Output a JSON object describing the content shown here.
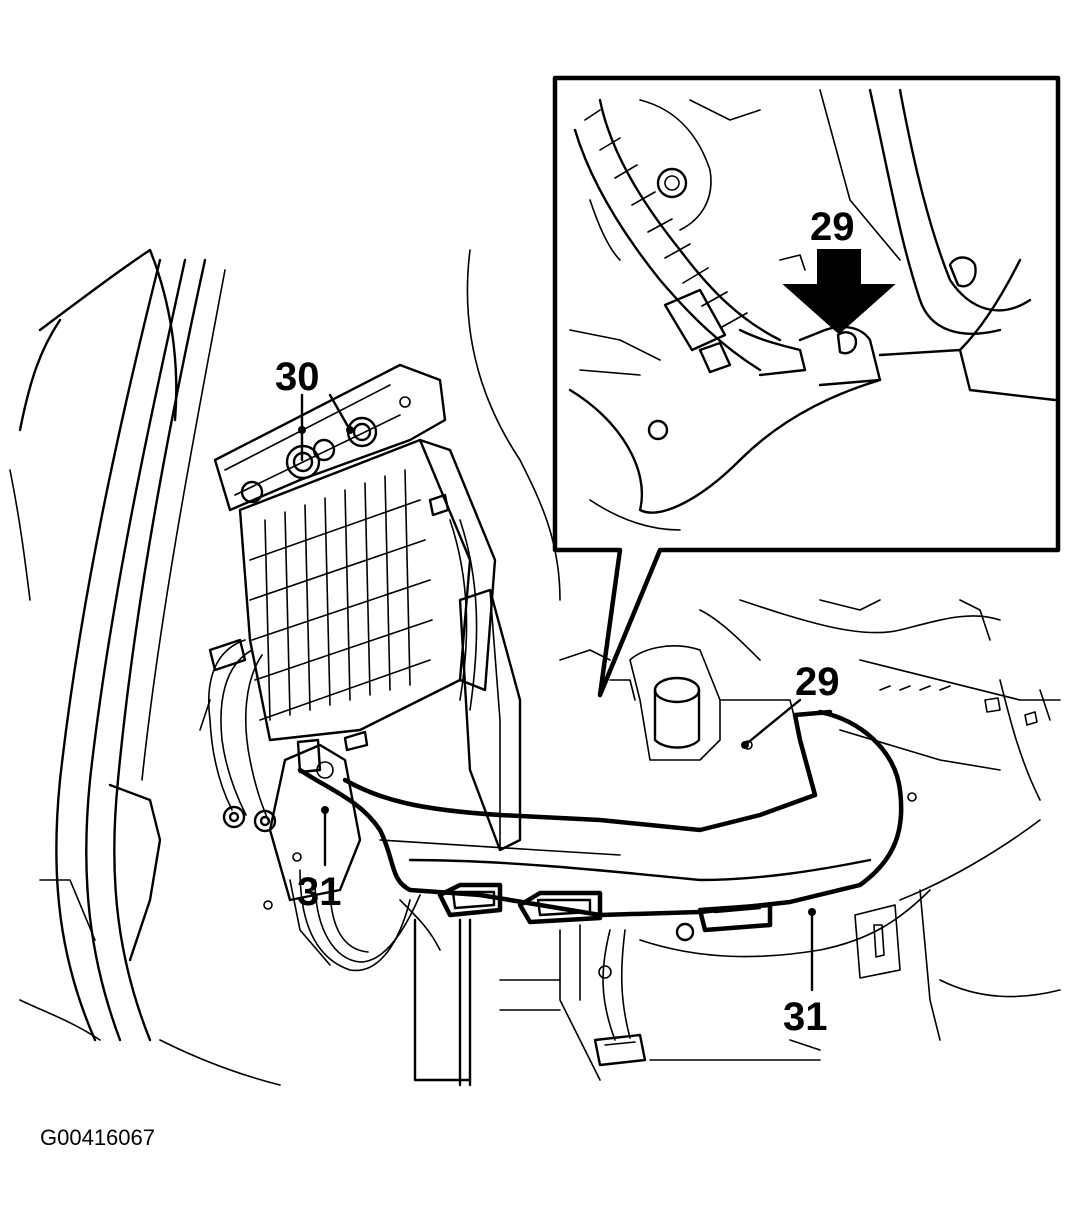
{
  "labels": {
    "inset_29": "29",
    "fusebox_30": "30",
    "bracket_29": "29",
    "left_31": "31",
    "right_31": "31"
  },
  "figure_id": "G00416067",
  "colors": {
    "ink": "#000000",
    "paper": "#ffffff"
  }
}
